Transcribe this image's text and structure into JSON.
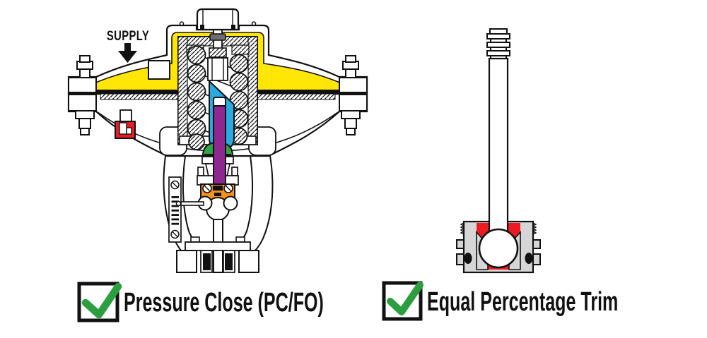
{
  "colors": {
    "background": "#FFFFFF",
    "outline": "#111111",
    "diaphragm_chamber_yellow": "#FFE607",
    "stem_connector_blue": "#29ABE2",
    "valve_stem_purple": "#8E2890",
    "bushing_green": "#2FA646",
    "stem_clamp_orange": "#F6921E",
    "accent_red": "#EC1B23",
    "seat_flow_red": "#EC1B23",
    "checkmark_green": "#2B9E3F",
    "seat_gray": "#D6D6D6",
    "screw_gray": "#6E6E6E"
  },
  "actuator": {
    "supply_label": "SUPPLY",
    "caption": "Pressure Close (PC/FO)",
    "checkbox_checked": true
  },
  "trim": {
    "caption": "Equal Percentage Trim",
    "checkbox_checked": true
  },
  "icons": {
    "checkmark": "✓",
    "down_arrow": "↓"
  }
}
